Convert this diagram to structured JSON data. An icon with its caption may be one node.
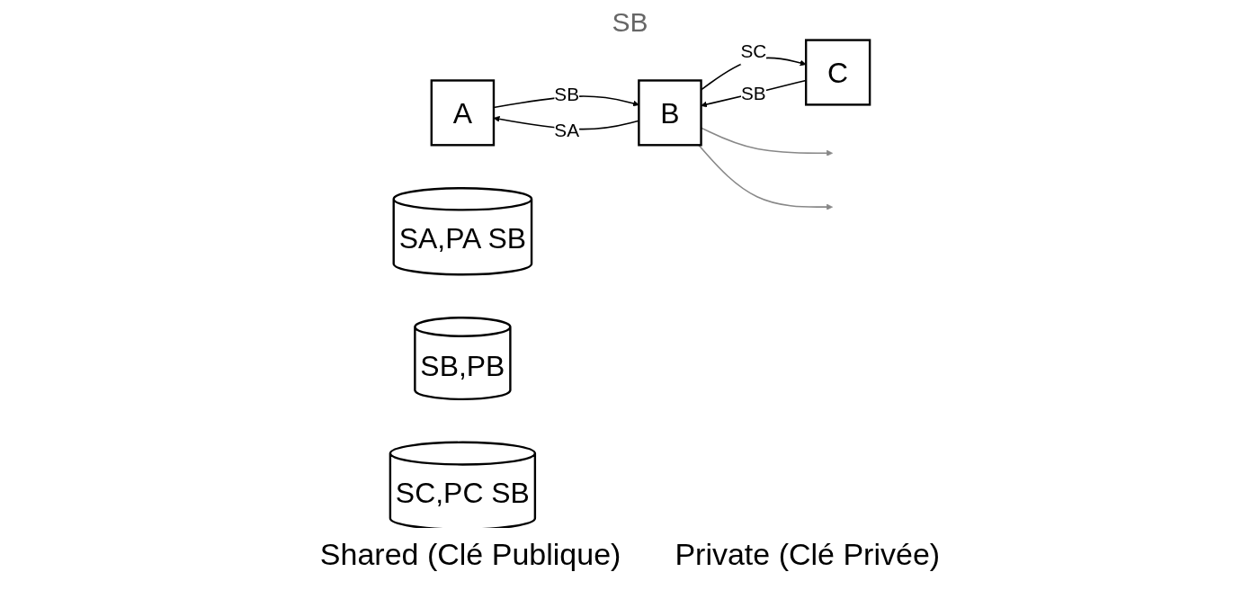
{
  "diagram": {
    "nodes": [
      {
        "text": [
          "A"
        ]
      },
      {
        "text": [
          "B"
        ]
      },
      {
        "text": [
          "C"
        ]
      },
      {
        "text": [
          "SA,PA SB"
        ]
      },
      {
        "text": [
          "SB,PB"
        ]
      },
      {
        "text": [
          "SC,PC SB"
        ]
      }
    ],
    "edges": [
      {
        "from": 0,
        "to": 1,
        "arrow": "to",
        "label": "SB"
      },
      {
        "from": 1,
        "to": 0,
        "arrow": "to",
        "label": "SA"
      },
      {
        "from": 2,
        "to": 1,
        "arrow": "to",
        "label": "SB"
      },
      {
        "from": 1,
        "to": 2,
        "arrow": "to",
        "label": "SC"
      },
      {
        "from": 1,
        "to": null,
        "arrow": "to",
        "color": "#888888"
      },
      {
        "from": 1,
        "to": null,
        "arrow": "to",
        "color": "#888888"
      }
    ],
    "labels": [
      "SB",
      "Shared (Clé Publique)",
      "Private (Clé Privée)"
    ]
  }
}
